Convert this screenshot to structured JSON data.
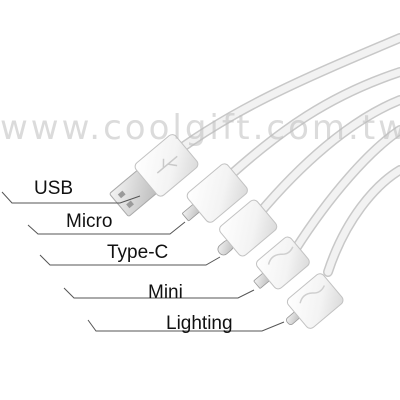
{
  "image": {
    "watermark": "www.coolgift.com.tw",
    "labels": {
      "usb": "USB",
      "micro": "Micro",
      "type_c": "Type-C",
      "mini": "Mini",
      "lighting": "Lighting"
    },
    "colors": {
      "background": "#ffffff",
      "cable": "#efefef",
      "cable_edge": "#c4c4c4",
      "connector_metal": "#d6d6d6",
      "leader_line": "#555555",
      "text": "#111111"
    },
    "icons": [
      "usb-connector-icon",
      "micro-usb-connector-icon",
      "type-c-connector-icon",
      "mini-usb-connector-icon",
      "lightning-connector-icon",
      "usb-symbol-icon",
      "dragon-logo-icon"
    ]
  }
}
